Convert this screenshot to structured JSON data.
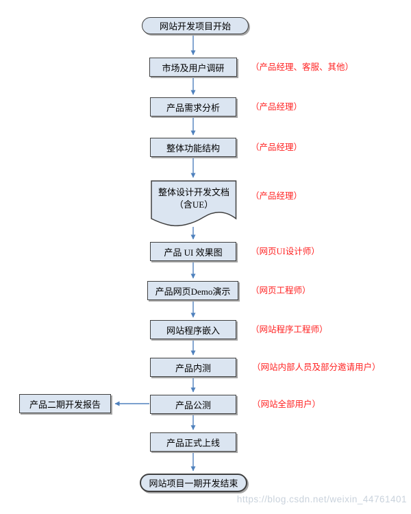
{
  "flowchart": {
    "start": "网站开发项目开始",
    "end": "网站项目一期开发结束",
    "side_box": "产品二期开发报告",
    "steps": [
      {
        "label": "市场及用户调研",
        "note": "（产品经理、客服、其他）"
      },
      {
        "label": "产品需求分析",
        "note": "（产品经理）"
      },
      {
        "label": "整体功能结构",
        "note": "（产品经理）"
      },
      {
        "label": "整体设计开发文档",
        "label2": "（含UE）",
        "note": "（产品经理）",
        "shape": "document"
      },
      {
        "label": "产品 UI 效果图",
        "note": "（网页UI设计师）"
      },
      {
        "label": "产品网页Demo演示",
        "note": "（网页工程师）"
      },
      {
        "label": "网站程序嵌入",
        "note": "（网站程序工程师）"
      },
      {
        "label": "产品内测",
        "note": "（网站内部人员及部分邀请用户）"
      },
      {
        "label": "产品公测",
        "note": "（网站全部用户）"
      },
      {
        "label": "产品正式上线"
      }
    ]
  },
  "watermark": "https://blog.csdn.net/weixin_44761401",
  "colors": {
    "box_fill": "#dbe5f1",
    "box_border": "#3f3f3f",
    "box_shadow": "#a6a6a6",
    "arrow": "#4f81bd",
    "note_text": "#ff2222",
    "watermark_text": "#c9d2dc",
    "background": "#ffffff"
  }
}
